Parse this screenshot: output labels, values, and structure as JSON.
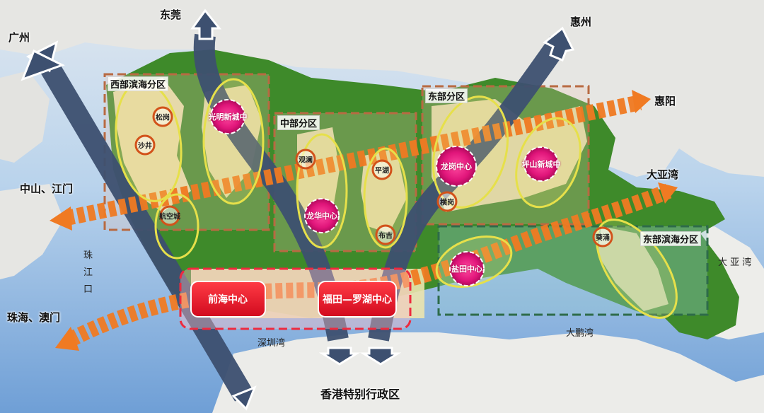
{
  "colors": {
    "land_green": "#3e8a2a",
    "land_light": "#e9e2a9",
    "corridor": "#3d5070",
    "orange_axis": "#f07a22",
    "region_west": "#c0704a",
    "region_east_coast": "#2e6b4a",
    "hub_red": "#e8142a",
    "node_magenta": "#e0157a",
    "sea": "#9fc3e6"
  },
  "places": {
    "guangzhou": "广州",
    "dongguan": "东莞",
    "huizhou": "惠州",
    "huiyang": "惠阳",
    "zhongshan_jiangmen": "中山、江门",
    "zhuhai_macau": "珠海、澳门",
    "dayawan": "大亚湾",
    "hongkong": "香港特别行政区"
  },
  "waters": {
    "pearl_river_mouth": [
      "珠",
      "江",
      "口"
    ],
    "shenzhen_bay": "深圳湾",
    "dapeng_bay": "大鹏湾",
    "daya_bay_sea": "大 亚 湾"
  },
  "regions": {
    "west": "西部滨海分区",
    "central": "中部分区",
    "east": "东部分区",
    "east_coast": "东部滨海分区"
  },
  "hubs": {
    "qianhai": "前海中心",
    "futian_luohu": "福田—罗湖中心"
  },
  "major_nodes": {
    "guangming": "光明新城中",
    "longhua": "龙华中心",
    "longgang": "龙岗中心",
    "pingshan": "坪山新城中",
    "yantian": "盐田中心"
  },
  "minor_nodes": {
    "songgang": "松岗",
    "shajing": "沙井",
    "airport": "航空城",
    "guanlan": "观澜",
    "pinghu": "平湖",
    "buji": "布吉",
    "henggang": "横岗",
    "kuichong": "葵涌"
  }
}
